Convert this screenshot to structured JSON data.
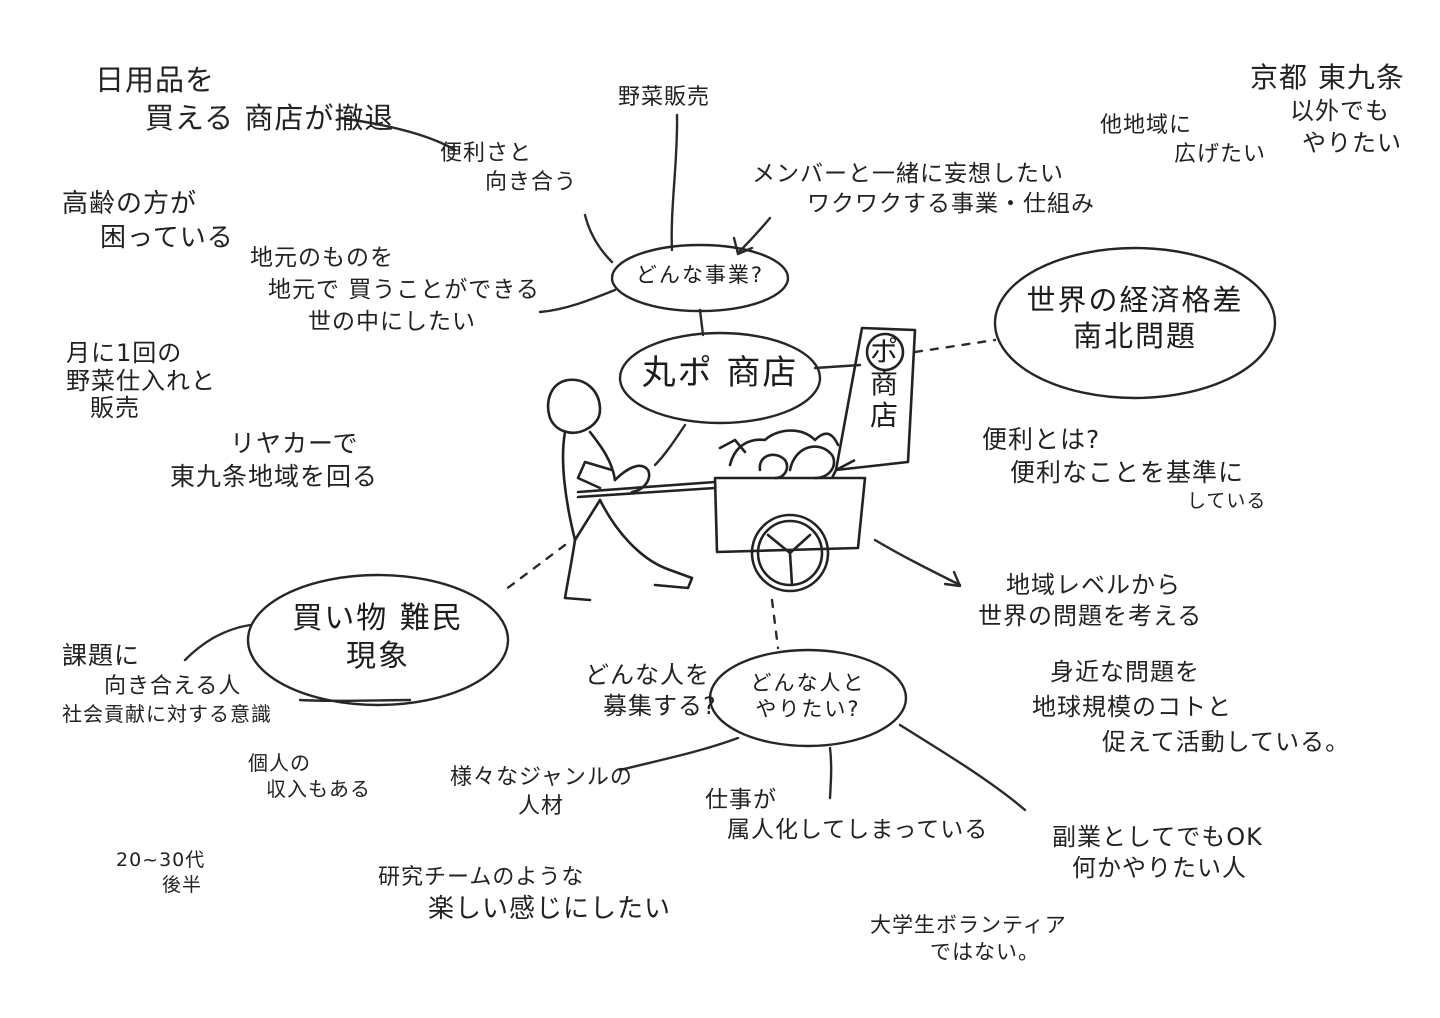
{
  "diagram": {
    "center": {
      "title": "丸ポ 商店",
      "sign": [
        "ポ",
        "商",
        "店"
      ]
    },
    "hubs": {
      "business": "どんな事業?",
      "partners": [
        "どんな人と",
        "やりたい?"
      ],
      "shopping_refugees": [
        "買い物 難民",
        "現象"
      ],
      "economic_gap": [
        "世界の経済格差",
        "南北問題"
      ]
    },
    "notes": {
      "daily_goods": [
        "日用品を",
        "買える 商店が撤退"
      ],
      "elderly": [
        "高齢の方が",
        "困っている"
      ],
      "monthly": [
        "月に1回の",
        "野菜仕入れと",
        "販売"
      ],
      "rear_car": [
        "リヤカーで",
        "東九条地域を回る"
      ],
      "convenience_face": [
        "便利さと",
        "向き合う"
      ],
      "vegetable_sales": [
        "野菜販売"
      ],
      "local_goods": [
        "地元のものを",
        "地元で 買うことができる",
        "世の中にしたい"
      ],
      "members_idea": [
        "メンバーと一緒に妄想したい",
        "ワクワクする事業・仕組み"
      ],
      "other_regions": [
        "他地域に",
        "広げたい"
      ],
      "kyoto": [
        "京都 東九条",
        "以外でも",
        "やりたい"
      ],
      "convenience_what": [
        "便利とは?",
        "便利なことを基準に",
        "している"
      ],
      "regional_level": [
        "地域レベルから",
        "世界の問題を考える"
      ],
      "global_scale": [
        "身近な問題を",
        "地球規模のコトと",
        "促えて活動している。"
      ],
      "side_job": [
        "副業としてでもOK",
        "何かやりたい人"
      ],
      "student_volunteer": [
        "大学生ボランティア",
        "ではない。"
      ],
      "work_dependency": [
        "仕事が",
        "属人化してしまっている"
      ],
      "research_team": [
        "研究チームのような",
        "楽しい感じにしたい"
      ],
      "various_genres": [
        "様々なジャンルの",
        "人材"
      ],
      "recruit": [
        "どんな人を",
        "募集する?"
      ],
      "issue_people": [
        "課題に",
        "向き合える人",
        "社会貢献に対する意識"
      ],
      "individual_income": [
        "個人の",
        "収入もある"
      ],
      "age": [
        "20~30代",
        "後半"
      ]
    }
  }
}
